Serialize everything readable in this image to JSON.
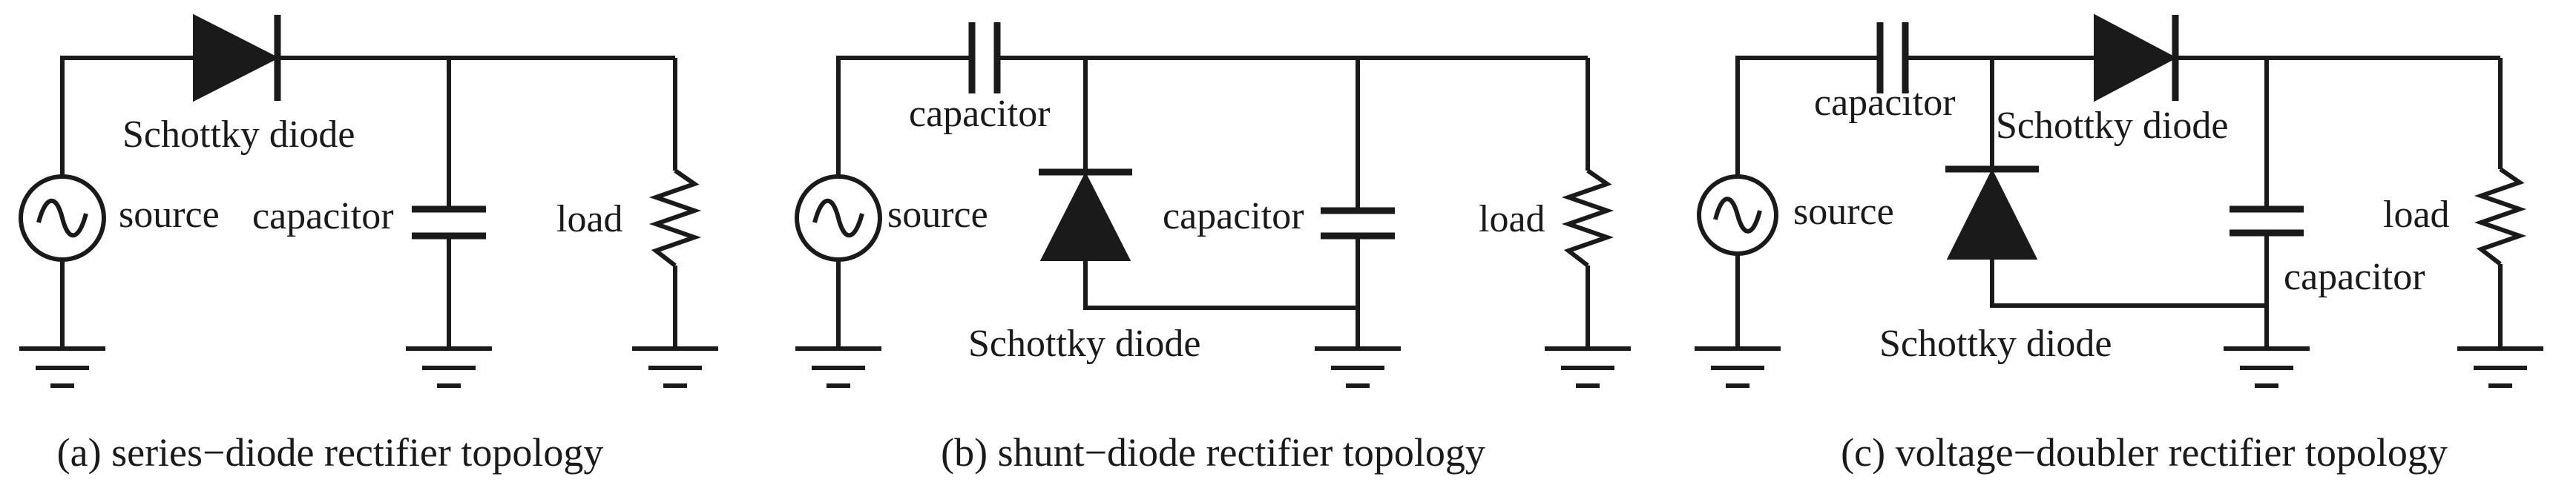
{
  "panels": [
    {
      "caption": "(a) series−diode rectifier topology",
      "labels": {
        "diode": "Schottky diode",
        "source": "source",
        "capacitor": "capacitor",
        "load": "load"
      }
    },
    {
      "caption": "(b) shunt−diode rectifier topology",
      "labels": {
        "series_capacitor": "capacitor",
        "source": "source",
        "shunt_capacitor": "capacitor",
        "diode": "Schottky diode",
        "load": "load"
      }
    },
    {
      "caption": "(c) voltage−doubler rectifier topology",
      "labels": {
        "series_capacitor": "capacitor",
        "series_diode": "Schottky diode",
        "source": "source",
        "shunt_diode": "Schottky diode",
        "load": "load",
        "output_capacitor": "capacitor"
      }
    }
  ]
}
